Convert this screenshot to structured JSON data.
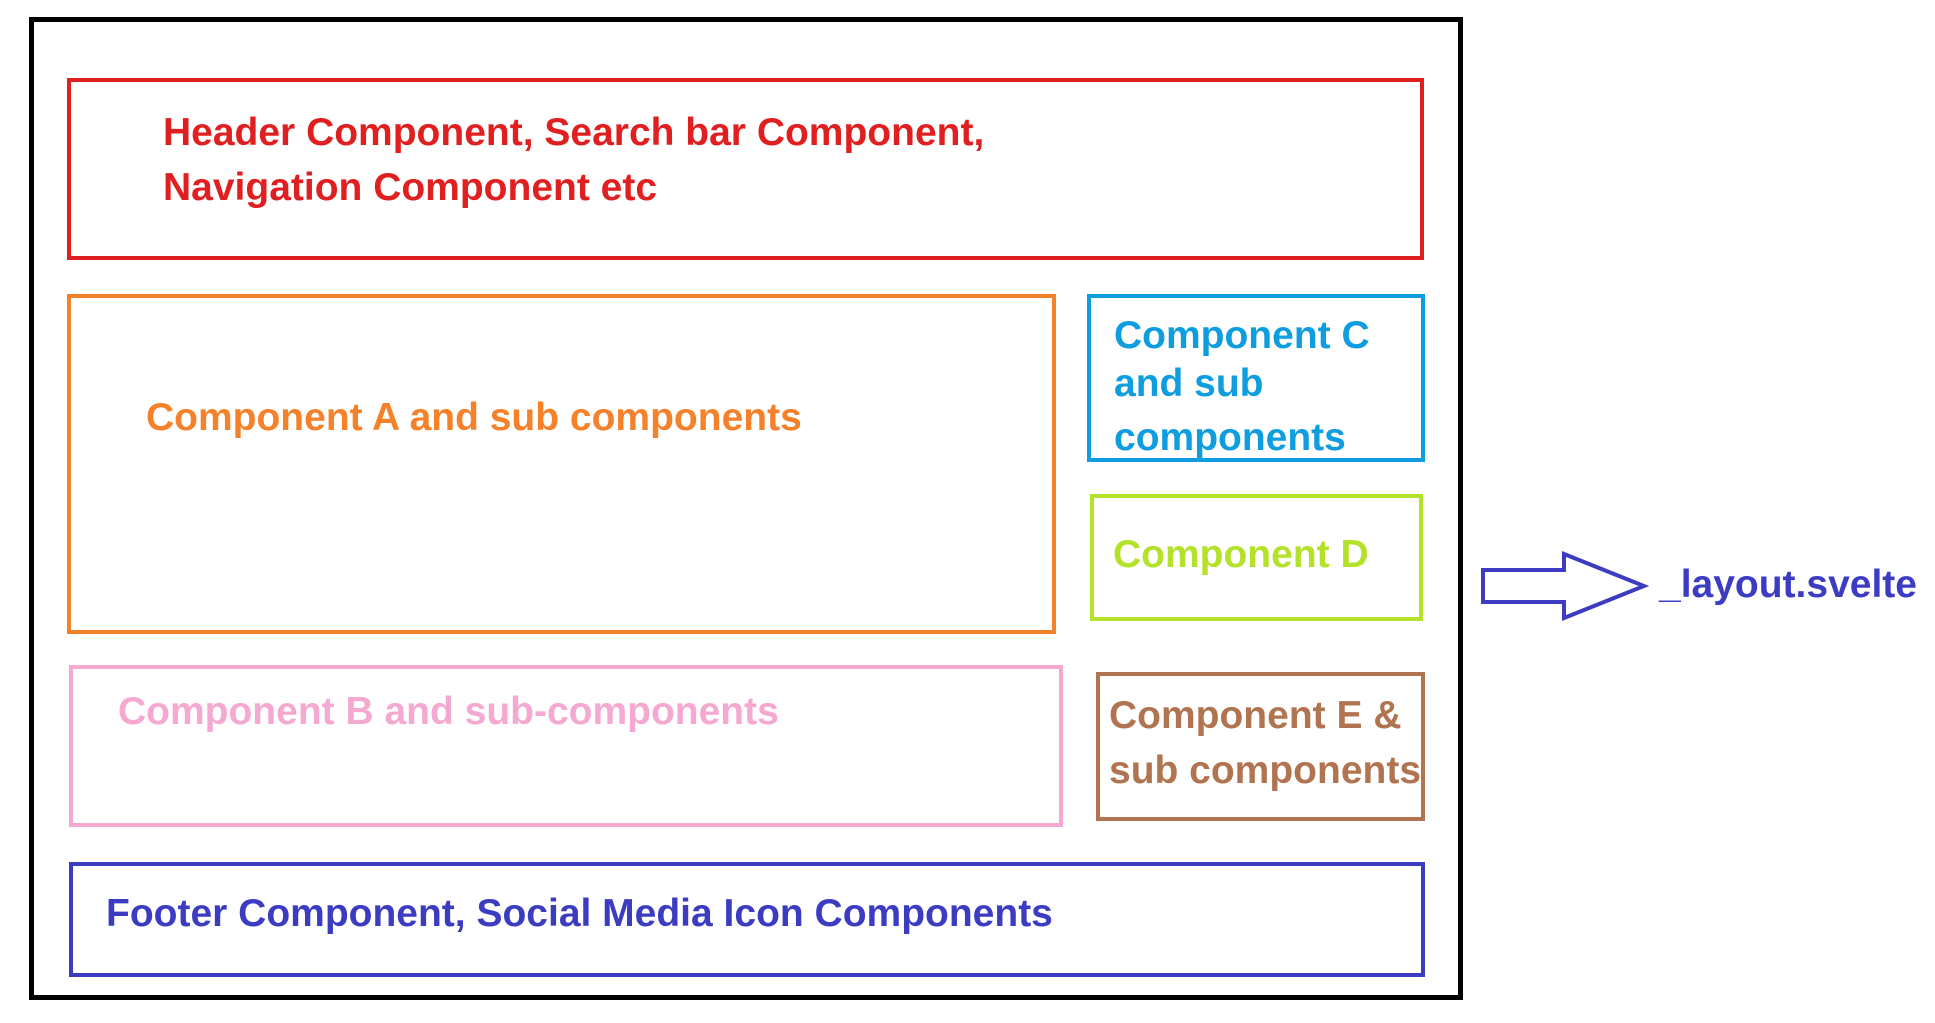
{
  "colors": {
    "frame": "#000000",
    "header": "#e02020",
    "component_a": "#f5822a",
    "component_c": "#0e9ee0",
    "component_d": "#b4e129",
    "component_b": "#f5a8d0",
    "component_e": "#b07550",
    "footer": "#3c3cc3",
    "arrow": "#3c3cc3"
  },
  "header": {
    "lines": [
      "Header Component, Search bar Component,",
      "Navigation Component etc"
    ]
  },
  "component_a": {
    "label": "Component A and sub components"
  },
  "component_c": {
    "lines": [
      "Component C",
      "and sub",
      "components"
    ]
  },
  "component_d": {
    "label": "Component D"
  },
  "component_b": {
    "label": "Component B and sub-components"
  },
  "component_e": {
    "lines": [
      "Component E &",
      "sub components"
    ]
  },
  "footer": {
    "label": "Footer Component, Social Media Icon Components"
  },
  "pointer": {
    "icon": "right-arrow-icon",
    "label": "_layout.svelte"
  }
}
